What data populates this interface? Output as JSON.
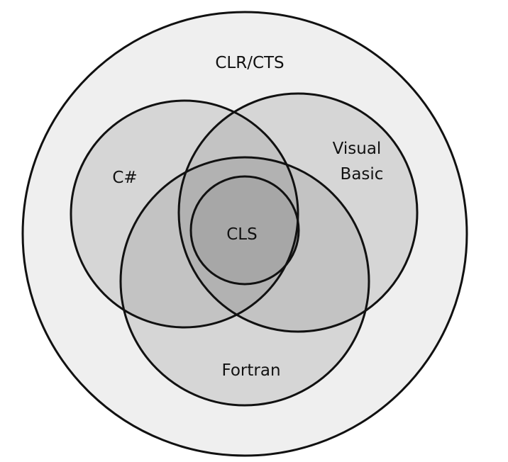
{
  "diagram": {
    "outer_label": "CLR/CTS",
    "csharp_label": "C#",
    "vb_label_line1": "Visual",
    "vb_label_line2": "Basic",
    "fortran_label": "Fortran",
    "cls_label": "CLS"
  },
  "colors": {
    "background": "#ffffff",
    "outer_fill": "#efefef",
    "region_1": "#d6d6d6",
    "region_2": "#c3c3c3",
    "region_3": "#b2b2b2",
    "cls_fill": "#a7a7a7",
    "stroke": "#111111"
  }
}
